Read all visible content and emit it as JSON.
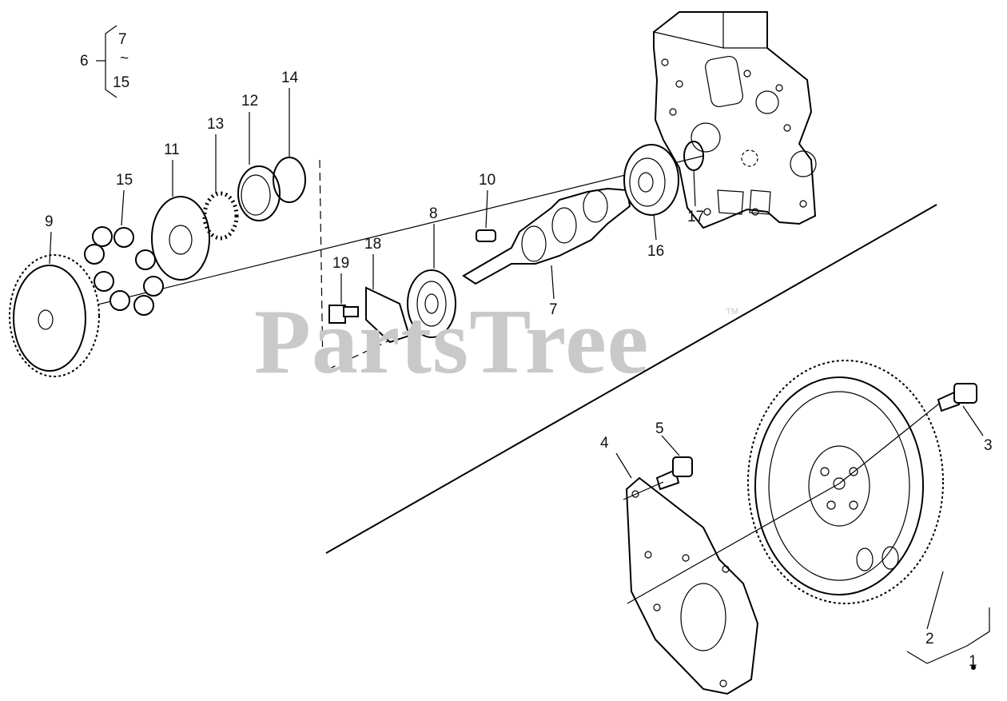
{
  "watermark": {
    "text": "PartsTree",
    "tm": "TM"
  },
  "group_note": {
    "number": "6",
    "from": "7",
    "range_mark": "~",
    "to": "15"
  },
  "callouts": [
    {
      "id": "c1",
      "label": "1"
    },
    {
      "id": "c2",
      "label": "2"
    },
    {
      "id": "c3",
      "label": "3"
    },
    {
      "id": "c4",
      "label": "4"
    },
    {
      "id": "c5",
      "label": "5"
    },
    {
      "id": "c7",
      "label": "7"
    },
    {
      "id": "c8",
      "label": "8"
    },
    {
      "id": "c9",
      "label": "9"
    },
    {
      "id": "c10",
      "label": "10"
    },
    {
      "id": "c11",
      "label": "11"
    },
    {
      "id": "c12",
      "label": "12"
    },
    {
      "id": "c13",
      "label": "13"
    },
    {
      "id": "c14",
      "label": "14"
    },
    {
      "id": "c15",
      "label": "15"
    },
    {
      "id": "c16",
      "label": "16"
    },
    {
      "id": "c17",
      "label": "17"
    },
    {
      "id": "c18",
      "label": "18"
    },
    {
      "id": "c19",
      "label": "19"
    }
  ],
  "parts": [
    {
      "number": "9",
      "icon": "gear-icon"
    },
    {
      "number": "15",
      "icon": "ball-icon"
    },
    {
      "number": "11",
      "icon": "washer-icon"
    },
    {
      "number": "13",
      "icon": "ball-retainer-icon"
    },
    {
      "number": "12",
      "icon": "bearing-race-icon"
    },
    {
      "number": "14",
      "icon": "snap-ring-icon"
    },
    {
      "number": "19",
      "icon": "bolt-icon"
    },
    {
      "number": "18",
      "icon": "thrust-plate-icon"
    },
    {
      "number": "8",
      "icon": "ball-bearing-icon"
    },
    {
      "number": "10",
      "icon": "key-icon"
    },
    {
      "number": "7",
      "icon": "camshaft-icon"
    },
    {
      "number": "16",
      "icon": "ball-bearing-icon"
    },
    {
      "number": "17",
      "icon": "snap-ring-icon"
    },
    {
      "number": "1",
      "icon": "flywheel-assembly-icon"
    },
    {
      "number": "2",
      "icon": "flywheel-icon"
    },
    {
      "number": "3",
      "icon": "bolt-icon"
    },
    {
      "number": "4",
      "icon": "plate-icon"
    },
    {
      "number": "5",
      "icon": "bolt-icon"
    }
  ]
}
